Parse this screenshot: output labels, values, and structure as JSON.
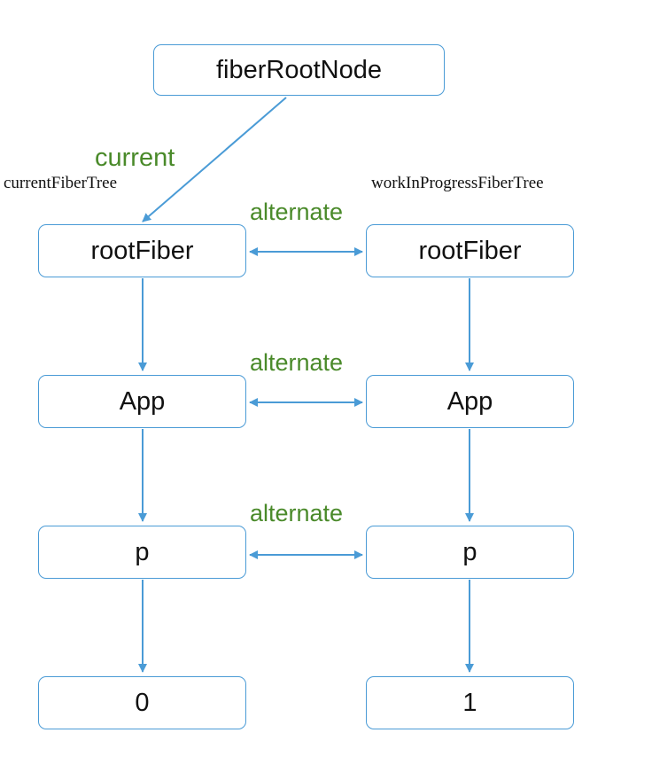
{
  "root": {
    "label": "fiberRootNode"
  },
  "current_label": "current",
  "current_tree": {
    "title": "currentFiberTree",
    "nodes": [
      "rootFiber",
      "App",
      "p",
      "0"
    ]
  },
  "wip_tree": {
    "title": "workInProgressFiberTree",
    "nodes": [
      "rootFiber",
      "App",
      "p",
      "1"
    ]
  },
  "alternate_label": "alternate",
  "colors": {
    "node_border": "#4a9bd6",
    "edge": "#4a9bd6",
    "label_green": "#4a8a2a",
    "text": "#111111"
  }
}
